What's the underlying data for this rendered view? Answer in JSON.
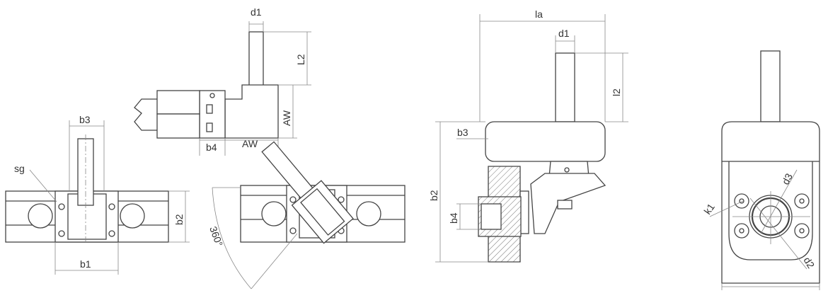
{
  "figure": {
    "view_top_angle": {
      "d1": "d1",
      "L2": "L2",
      "AW_vertical": "AW",
      "AW_horizontal": "AW",
      "b4": "b4"
    },
    "view_front_rail": {
      "b3": "b3",
      "sg": "sg",
      "b2": "b2",
      "b1": "b1"
    },
    "view_rotated": {
      "angle": "360°"
    },
    "view_side_section": {
      "la": "la",
      "d1": "d1",
      "l2": "l2",
      "b3": "b3",
      "b2": "b2",
      "b4": "b4"
    },
    "view_bottom": {
      "d3": "d3",
      "k1": "k1",
      "d2": "d2"
    }
  }
}
